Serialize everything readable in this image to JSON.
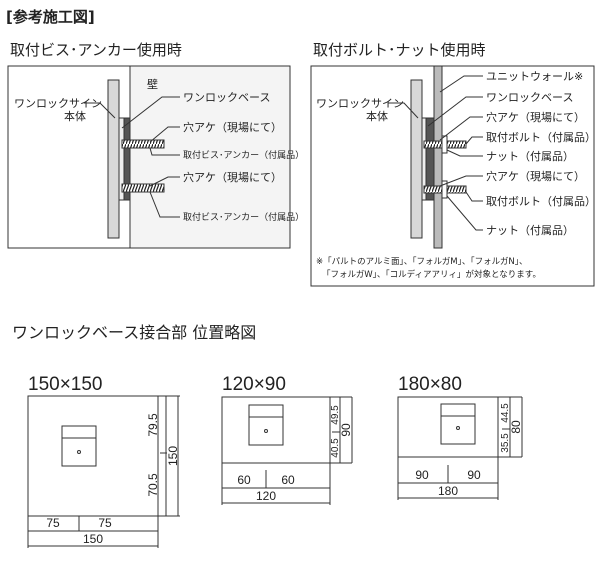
{
  "heading": "[参考施工図]",
  "anchor_diagram": {
    "title": "取付ビス･アンカー使用時",
    "labels": {
      "wall": "壁",
      "sign_body_1": "ワンロックサイン",
      "sign_body_2": "本体",
      "base": "ワンロックベース",
      "hole1": "穴アケ（現場にて）",
      "screw1": "取付ビス･アンカー（付属品）",
      "hole2": "穴アケ（現場にて）",
      "screw2": "取付ビス･アンカー（付属品）"
    }
  },
  "bolt_diagram": {
    "title": "取付ボルト･ナット使用時",
    "labels": {
      "unit_wall": "ユニットウォール※",
      "sign_body_1": "ワンロックサイン",
      "sign_body_2": "本体",
      "base": "ワンロックベース",
      "hole1": "穴アケ（現場にて）",
      "bolt1": "取付ボルト（付属品）",
      "nut1": "ナット（付属品）",
      "hole2": "穴アケ（現場にて）",
      "bolt2": "取付ボルト（付属品）",
      "nut2": "ナット（付属品）"
    },
    "note_1": "※「パルトのアルミ面」、「フォルガM」、「フォルガN」、",
    "note_2": "「フォルガW」、「コルディアアリィ」が対象となります。"
  },
  "position_section": {
    "title": "ワンロックベース接合部  位置略図",
    "sizes": [
      {
        "name": "150×150",
        "top": "79.5",
        "bottom": "70.5",
        "height": "150",
        "left": "75",
        "right": "75",
        "width": "150"
      },
      {
        "name": "120×90",
        "top": "49.5",
        "bottom": "40.5",
        "height": "90",
        "left": "60",
        "right": "60",
        "width": "120"
      },
      {
        "name": "180×80",
        "top": "44.5",
        "bottom": "35.5",
        "height": "80",
        "left": "90",
        "right": "90",
        "width": "180"
      }
    ]
  }
}
